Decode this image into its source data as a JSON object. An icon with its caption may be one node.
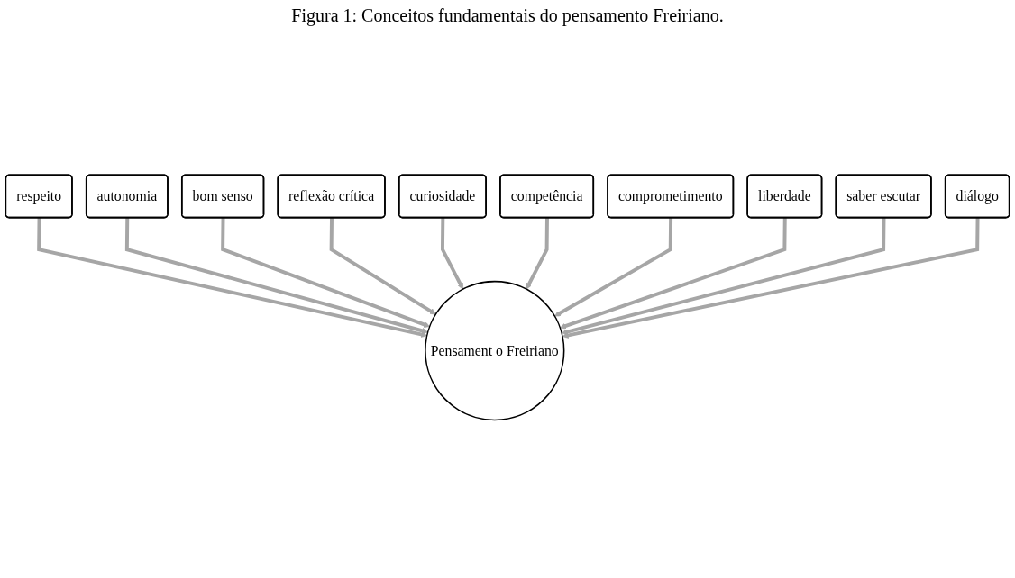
{
  "diagram": {
    "title": "Figura 1: Conceitos fundamentais do pensamento Freiriano.",
    "nodes": [
      {
        "text": [
          "curiosidade"
        ]
      },
      {
        "text": [
          "competência"
        ]
      },
      {
        "text": [
          "reflexão crítica"
        ]
      },
      {
        "text": [
          "comprometimento"
        ]
      },
      {
        "text": [
          "bom senso"
        ]
      },
      {
        "text": [
          "liberdade"
        ]
      },
      {
        "text": [
          "autonomia"
        ]
      },
      {
        "text": [
          "saber escutar"
        ]
      },
      {
        "text": [
          "respeito"
        ]
      },
      {
        "text": [
          "Pensament o Freiriano"
        ]
      },
      {
        "text": [
          "diálogo"
        ]
      }
    ],
    "edges": [
      {
        "from": 8,
        "to": 9,
        "arrow": "to"
      },
      {
        "from": 6,
        "to": 9,
        "arrow": "to"
      },
      {
        "from": 4,
        "to": 9,
        "arrow": "to"
      },
      {
        "from": 2,
        "to": 9,
        "arrow": "to"
      },
      {
        "from": 0,
        "to": 9,
        "arrow": "to"
      },
      {
        "from": 1,
        "to": 9,
        "arrow": "to"
      },
      {
        "from": 3,
        "to": 9,
        "arrow": "to"
      },
      {
        "from": 5,
        "to": 9,
        "arrow": "to"
      },
      {
        "from": 7,
        "to": 9,
        "arrow": "to"
      },
      {
        "from": 10,
        "to": 9,
        "arrow": "to"
      }
    ]
  }
}
